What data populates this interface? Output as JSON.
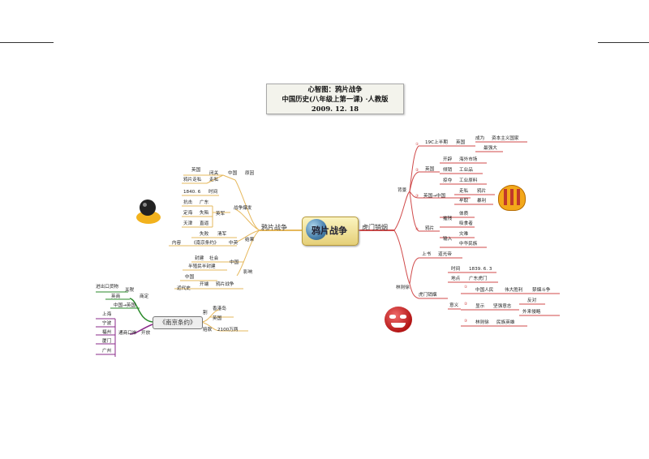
{
  "title": {
    "line1": "心智图：鸦片战争",
    "line2": "中国历史(八年级上第一课) ·人教版",
    "line3": "2009. 12. 18"
  },
  "center": {
    "label": "鸦片战争"
  },
  "branches": {
    "left": "鸦片战争",
    "right": "虎门销烟"
  },
  "left": {
    "cause": {
      "label": "原因",
      "china": "中国",
      "british": "英国",
      "opium": "鸦片走私",
      "closed": "闭关",
      "smuggle": "走私"
    },
    "process": {
      "label": "战争爆发",
      "date": "1840. 6",
      "time": "时间",
      "guangdong": "广东",
      "dinghai": "定海",
      "tianjin": "天津",
      "defense": "抗击",
      "fall": "失陷",
      "reach": "直逼",
      "english": "英军"
    },
    "result": {
      "label": "结果",
      "defeat": "失败",
      "qing": "清军",
      "content": "内容",
      "treaty": "《南京条约》",
      "china": "中英"
    },
    "effect": {
      "label": "影响",
      "china": "中国",
      "feudal": "封建",
      "society": "社会",
      "semi": "半殖民半封建",
      "modern": "近代史",
      "begin": "开端",
      "war": "鸦片战争",
      "china2": "中国"
    }
  },
  "treaty": {
    "title": "《南京条约》",
    "cede": "割",
    "hongkong": "香港岛",
    "uk": "英国",
    "indemnity": "赔款",
    "amount": "2100万两",
    "tariff": "关税",
    "agree": "商定",
    "export": "进出口货物",
    "uk2": "英商",
    "cn_uk": "中国→英国",
    "trade": "开放",
    "ports": "通商口岸",
    "shanghai": "上海",
    "ningbo": "宁波",
    "fuzhou": "福州",
    "xiamen": "厦门",
    "guangzhou": "广州"
  },
  "right": {
    "background": {
      "label": "背景",
      "mid19": "19C上半期",
      "uk": "英国",
      "become": "成为",
      "capitalist": "资本主义国家",
      "strongest": "最强大",
      "uk2": "英国",
      "expand": "开辟",
      "market": "海外市场",
      "dump": "倾销",
      "industrial": "工业品",
      "plunder": "掠夺",
      "raw": "工业原料",
      "tradeflow": "英国→中国",
      "smuggle": "走私",
      "opium": "鸦片",
      "profit": "牟取",
      "huge": "暴利",
      "opium2": "鸦片",
      "harm": "摧残",
      "body": "体质",
      "silver": "吸食者",
      "wreck": "输入",
      "army": "灾难",
      "nation": "中华民族"
    },
    "lin": {
      "label": "林则徐",
      "petition": "上书",
      "emperor": "道光帝",
      "destroy": "虎门销烟",
      "time": "时间",
      "date": "1839. 6. 3",
      "place": "地点",
      "humen": "广东虎门",
      "meaning": "意义",
      "people": "中国人民",
      "great": "伟大胜利",
      "ban": "禁烟斗争",
      "show": "显示",
      "resist": "坚强意志",
      "oppose": "反对",
      "invasion": "外来侵略",
      "lin2": "林则徐",
      "hero": "民族英雄"
    },
    "nums": [
      "①",
      "②",
      "③",
      "④",
      "①",
      "②",
      "③"
    ]
  }
}
